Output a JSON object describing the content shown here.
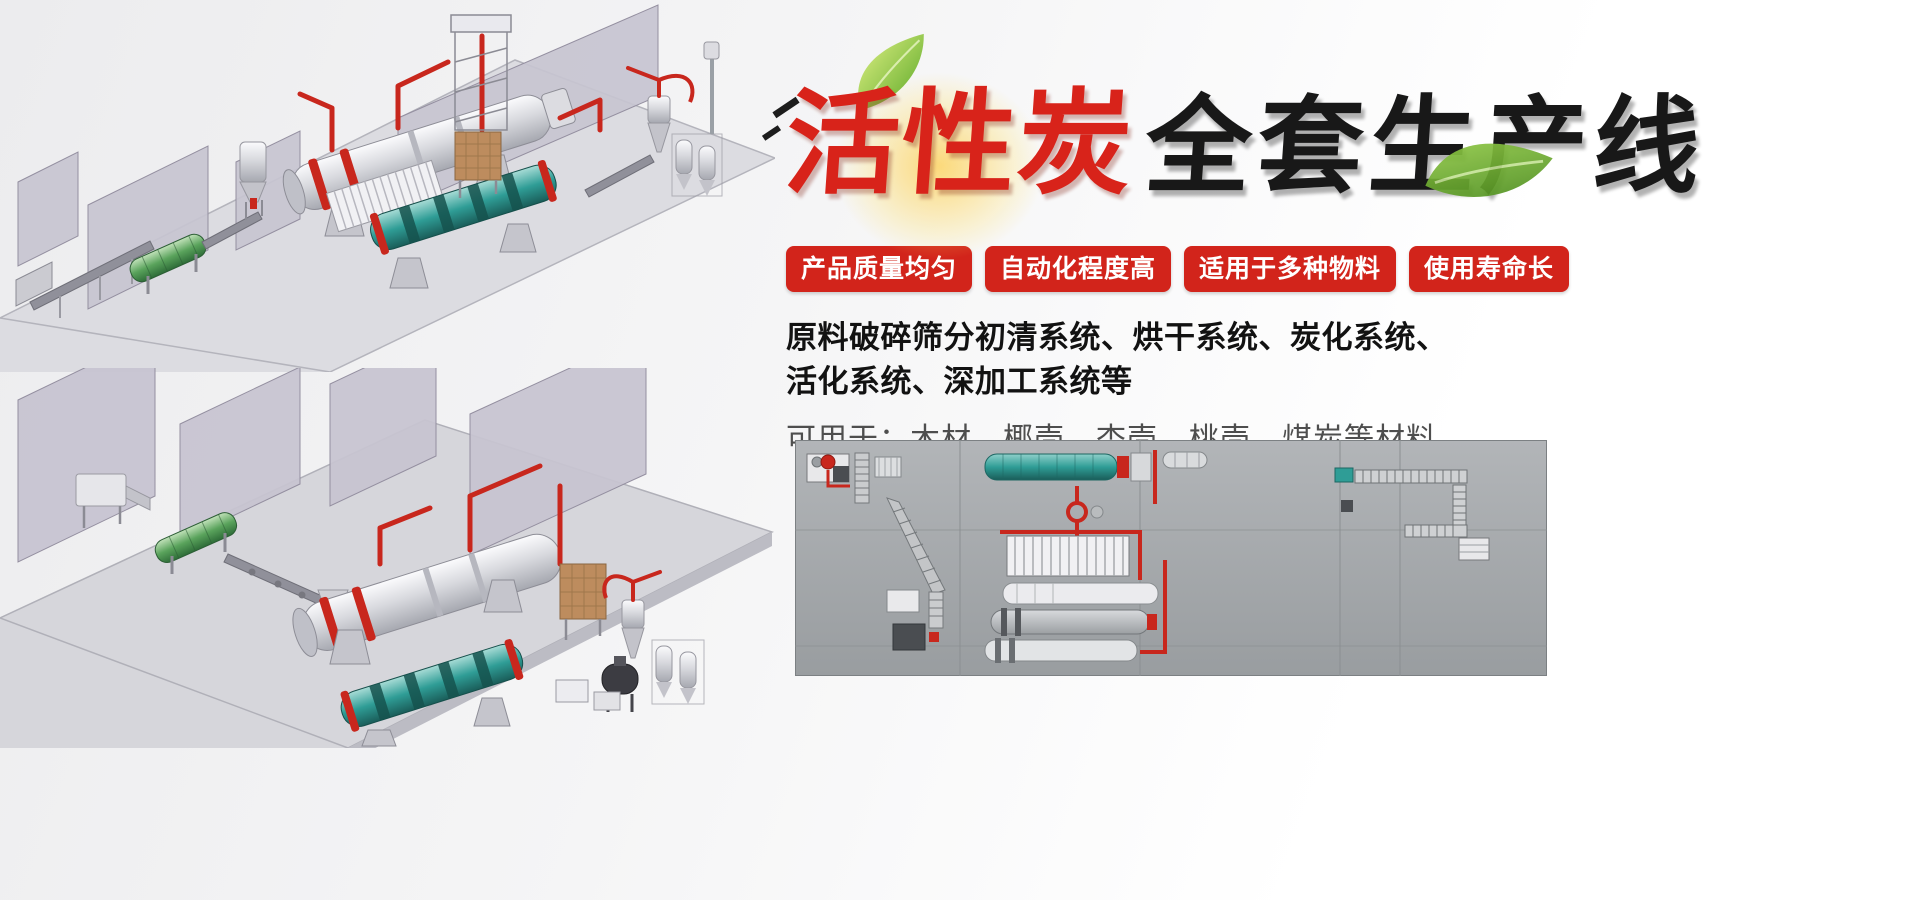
{
  "page": {
    "type": "promotional-banner"
  },
  "title": {
    "red": "活性炭",
    "black": "全套生产线"
  },
  "badges": [
    "产品质量均匀",
    "自动化程度高",
    "适用于多种物料",
    "使用寿命长"
  ],
  "description": {
    "line1": "原料破碎筛分初清系统、烘干系统、炭化系统、",
    "line2": "活化系统、深加工系统等",
    "materials": "可用于：木材、椰壳、杏壳、桃壳、煤炭等材料"
  },
  "decor": {
    "leaf_icon": "green-leaf",
    "glow": "yellow-glow",
    "speed_marks": "brush-stroke-accents"
  },
  "illustrations": {
    "top_render": "isometric-production-line-render",
    "bottom_render": "isometric-production-line-render",
    "schematic": "plant-layout-top-view"
  },
  "colors": {
    "badge_red": "#d2241b",
    "title_red": "#d8231a",
    "title_black": "#181818",
    "text_dark": "#121212",
    "text_gray": "#4e4e4e",
    "leaf_green": "#59a81f",
    "machine_teal": "#2f9d96",
    "machine_red": "#c8271d",
    "wall_gray": "#c7c4d0"
  }
}
